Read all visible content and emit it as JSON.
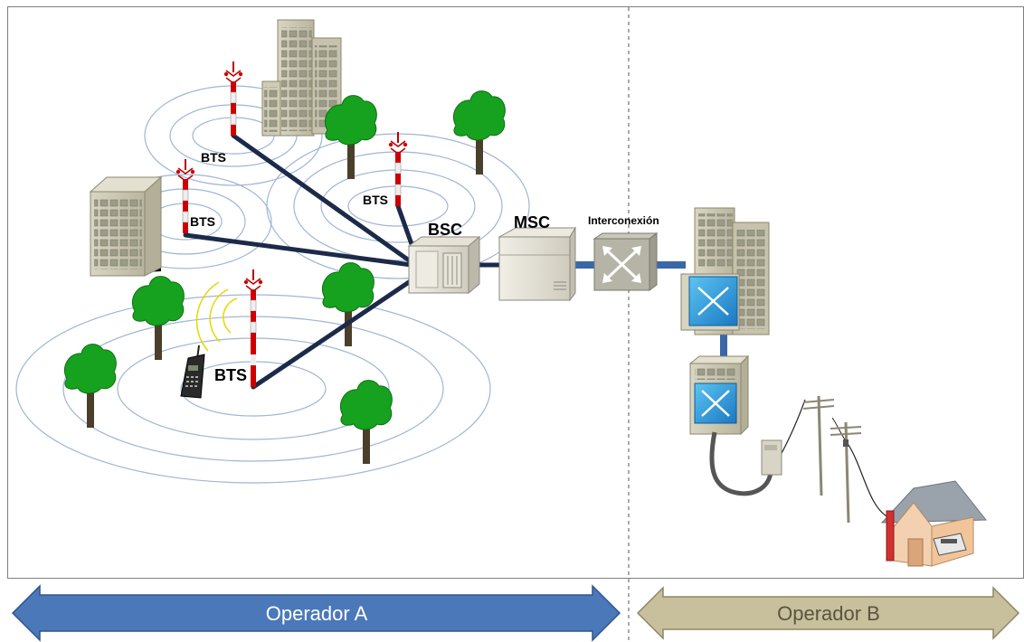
{
  "labels": {
    "bts_1": "BTS",
    "bts_2": "BTS",
    "bts_3": "BTS",
    "bts_4": "BTS",
    "bsc": "BSC",
    "msc": "MSC",
    "interconnect": "Interconexión"
  },
  "footer": {
    "operator_a": "Operador A",
    "operator_b": "Operador B"
  },
  "colors": {
    "link": "#1c2a4a",
    "wave": "#9fb6d4",
    "trunk": "#3a67a8",
    "operator_a_arrow": "#4a78b8",
    "operator_b_arrow": "#c8bf9c",
    "tree": "#16a21f",
    "switch_icon": "#1b86cf"
  }
}
